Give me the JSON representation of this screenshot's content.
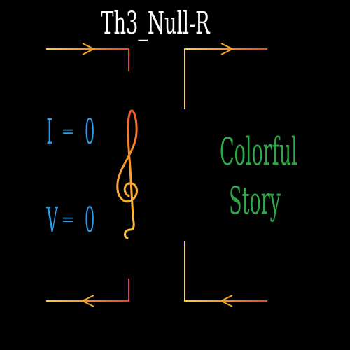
{
  "title": "Th3_Null-R",
  "left_panel": {
    "current": {
      "symbol": "I",
      "operator": "=",
      "value": "0"
    },
    "voltage": {
      "symbol": "V",
      "operator": "=",
      "value": "0"
    }
  },
  "right_panel": {
    "line1": "Colorful",
    "line2": "Story"
  },
  "colors": {
    "background": "#000000",
    "title": "#ffffff",
    "equations": "#2a9ee8",
    "story": "#2fa84a",
    "line_start": "#ffd23a",
    "line_end": "#e8452a"
  },
  "icons": {
    "center": "treble-clef-icon"
  }
}
